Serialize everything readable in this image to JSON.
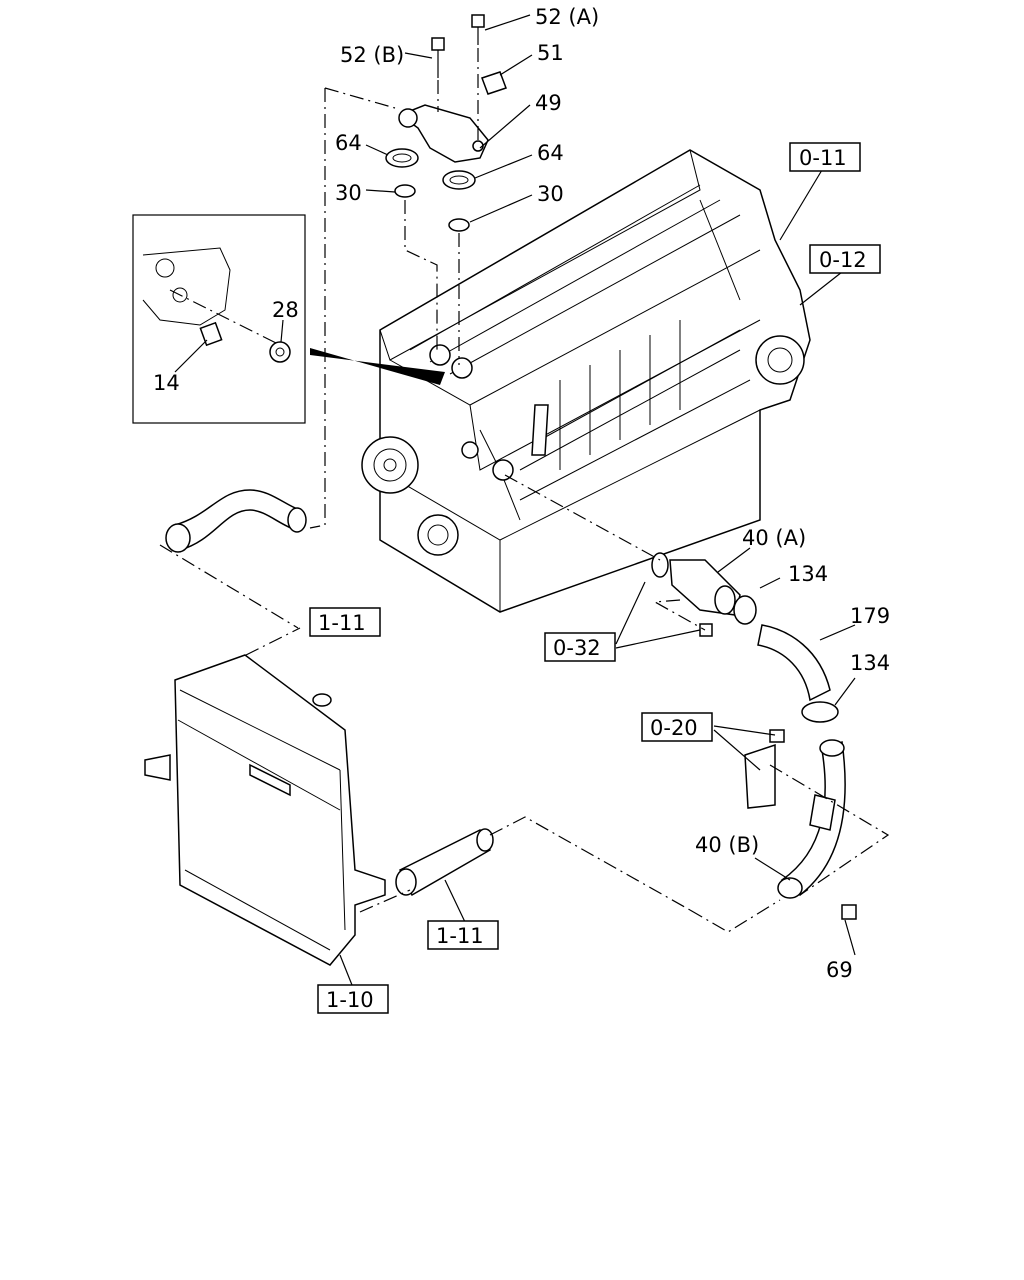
{
  "labels": {
    "p52a": "52 (A)",
    "p52b": "52 (B)",
    "p51": "51",
    "p49": "49",
    "p64_left": "64",
    "p64_right": "64",
    "p30_left": "30",
    "p30_right": "30",
    "p28": "28",
    "p14": "14",
    "p40a": "40 (A)",
    "p134_top": "134",
    "p179": "179",
    "p134_bottom": "134",
    "p40b": "40 (B)",
    "p69": "69"
  },
  "references": {
    "r011": "0-11",
    "r012": "0-12",
    "r111_top": "1-11",
    "r032": "0-32",
    "r020": "0-20",
    "r111_bottom": "1-11",
    "r110": "1-10"
  }
}
